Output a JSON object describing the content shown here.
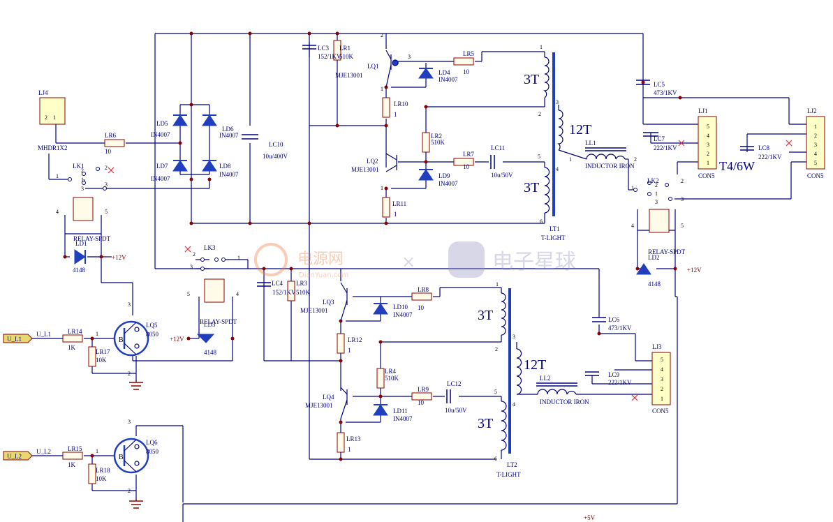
{
  "colors": {
    "wire": "#000080",
    "junction": "#8b0000",
    "diode": "#1f3fbf",
    "component_fill": "#fffbe8",
    "component_stroke": "#8b0000",
    "connector_fill": "#ffffc8",
    "signal_flag": "#e8d870",
    "power_text": "#800000"
  },
  "transformers": {
    "lt1": {
      "ref": "LT1",
      "type": "T-LIGHT",
      "primary_top": "3T",
      "primary_bottom": "3T",
      "secondary": "12T",
      "pins": [
        "1",
        "2",
        "3",
        "4",
        "5",
        "6"
      ]
    },
    "lt2": {
      "ref": "LT2",
      "type": "T-LIGHT",
      "primary_top": "3T",
      "primary_bottom": "3T",
      "secondary": "12T",
      "pins": [
        "1",
        "2",
        "3",
        "4",
        "5",
        "6"
      ]
    }
  },
  "output_label": "T4/6W",
  "components": {
    "LC3": "LC3",
    "LC3_val": "152/1KV",
    "LR1": "LR1",
    "LR1_val": "510K",
    "LQ1": "LQ1",
    "LQ1_part": "MJE13001",
    "LR5": "LR5",
    "LR5_val": "10",
    "LD4": "LD4",
    "LD4_part": "IN4007",
    "LR10": "LR10",
    "LR10_val": "1",
    "LR2": "LR2",
    "LR2_val": "510K",
    "LQ2": "LQ2",
    "LQ2_part": "MJE13001",
    "LR7": "LR7",
    "LR7_val": "10",
    "LC11": "LC11",
    "LC11_val": "10u/50V",
    "LD9": "LD9",
    "LD9_part": "IN4007",
    "LR11": "LR11",
    "LR11_val": "1",
    "LC10": "LC10",
    "LC10_val": "10u/400V",
    "LD5": "LD5",
    "LD5_part": "IN4007",
    "LD6": "LD6",
    "LD6_part": "IN4007",
    "LD7": "LD7",
    "LD7_part": "IN4007",
    "LD8": "LD8",
    "LD8_part": "IN4007",
    "LJ4": "LJ4",
    "LJ4_part": "MHDR1X2",
    "LR6": "LR6",
    "LR6_val": "10",
    "LK1": "LK1",
    "LK2": "LK2",
    "LK3": "LK3",
    "relay": "RELAY-SPDT",
    "LD1": "LD1",
    "LD1_part": "4148",
    "LD2": "LD2",
    "LD2_part": "4148",
    "LD3": "LD3",
    "LD3_part": "4148",
    "LC5": "LC5",
    "LC5_val": "473/1KV",
    "LC6": "LC6",
    "LC6_val": "473/1KV",
    "LC7": "LC7",
    "LC7_val": "222/1KV",
    "LC8": "LC8",
    "LC8_val": "222/1KV",
    "LC9": "LC9",
    "LC9_val": "222/1KV",
    "LJ1": "LJ1",
    "LJ2": "LJ2",
    "LJ3": "LJ3",
    "con5": "CON5",
    "LL1": "LL1",
    "LL2": "LL2",
    "inductor": "INDUCTOR IRON",
    "LC4": "LC4",
    "LC4_val": "152/1KV",
    "LR3": "LR3",
    "LR3_val": "510K",
    "LQ3": "LQ3",
    "LQ3_part": "MJE13001",
    "LR8": "LR8",
    "LR8_val": "10",
    "LD10": "LD10",
    "LD10_part": "IN4007",
    "LR12": "LR12",
    "LR12_val": "1",
    "LR4": "LR4",
    "LR4_val": "510K",
    "LQ4": "LQ4",
    "LQ4_part": "MJE13001",
    "LR9": "LR9",
    "LR9_val": "10",
    "LC12": "LC12",
    "LC12_val": "10u/50V",
    "LD11": "LD11",
    "LD11_part": "IN4007",
    "LR13": "LR13",
    "LR13_val": "1",
    "LR14": "LR14",
    "LR14_val": "1K",
    "LR17": "LR17",
    "LR17_val": "10K",
    "LQ5": "LQ5",
    "LQ5_part": "8050",
    "LR15": "LR15",
    "LR15_val": "1K",
    "LR18": "LR18",
    "LR18_val": "10K",
    "LQ6": "LQ6",
    "LQ6_part": "8050"
  },
  "signals": {
    "u_l1": "U_L1",
    "u_l2": "U_L2"
  },
  "power": {
    "v12": "+12V",
    "v5": "+5V"
  },
  "pins": {
    "p1": "1",
    "p2": "2",
    "p3": "3",
    "p4": "4",
    "p5": "5",
    "b": "B"
  },
  "watermark": {
    "site1": "电源网",
    "site1_url": "DianYuan.com",
    "site2": "电子星球"
  }
}
